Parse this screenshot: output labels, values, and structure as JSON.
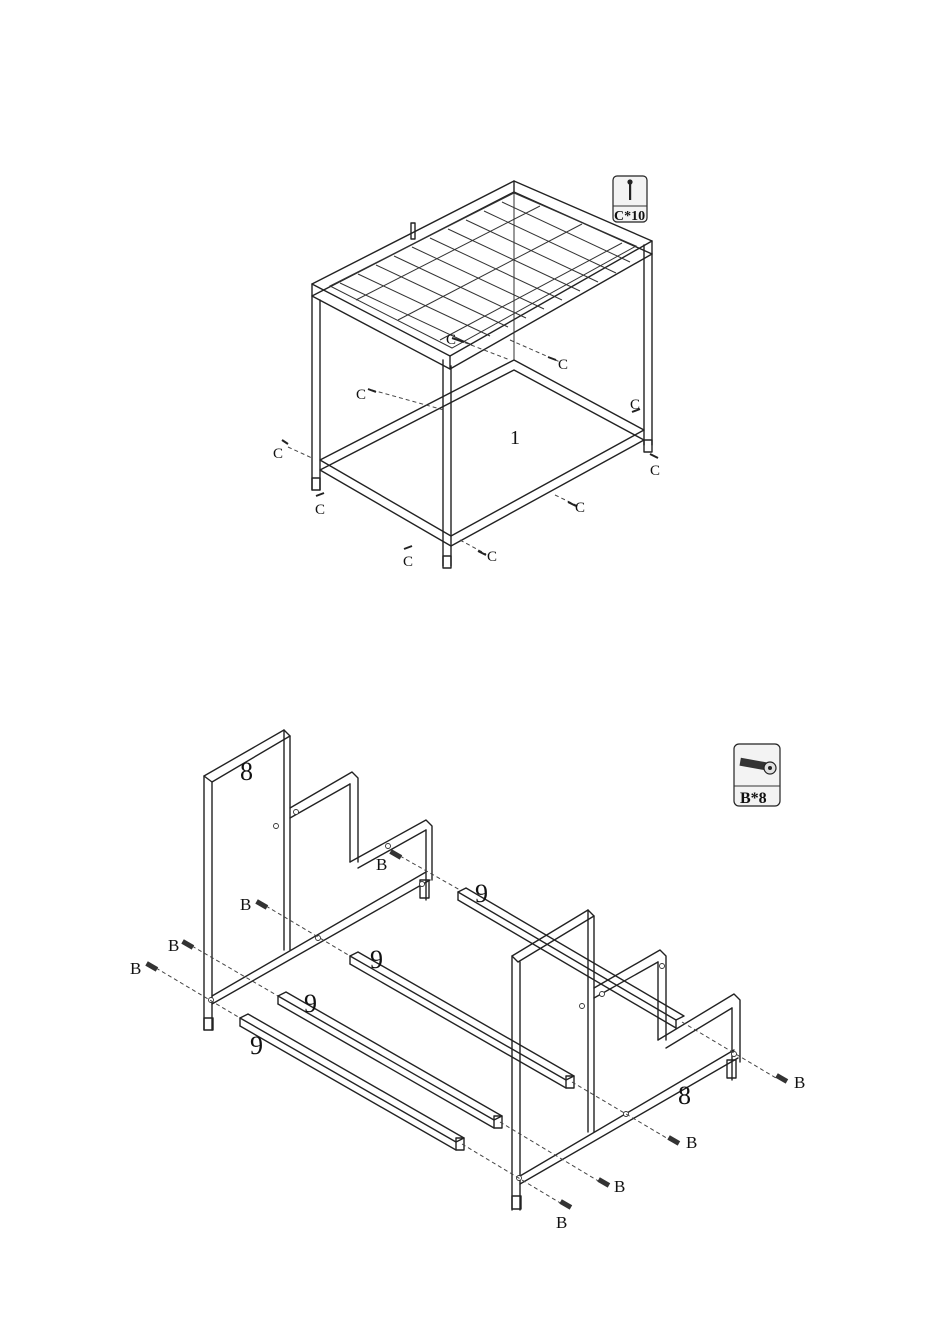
{
  "step1": {
    "badge": {
      "label": "C*10",
      "icon": "screw-c-icon"
    },
    "part_number": "1",
    "screw_label": "C",
    "screw_label_count": 10
  },
  "step2": {
    "badge": {
      "label": "B*8",
      "icon": "bolt-b-icon"
    },
    "side_frame_label": "8",
    "bar_label": "9",
    "bolt_label": "B",
    "bolt_label_count": 8
  },
  "colors": {
    "line": "#222222",
    "background": "#ffffff",
    "badge_fill": "#f3f3f3"
  }
}
